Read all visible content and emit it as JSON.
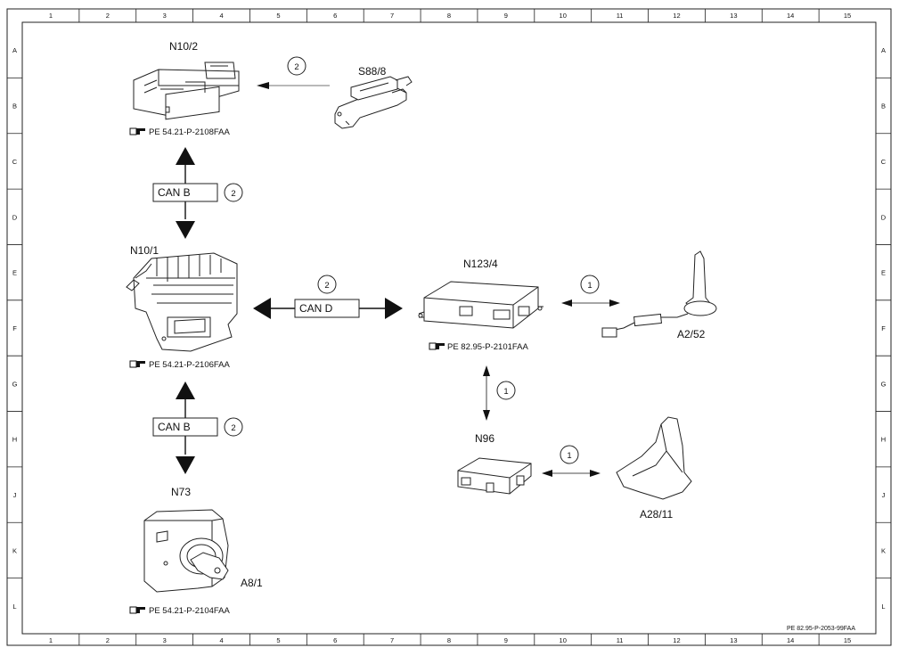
{
  "grid": {
    "columns": [
      "1",
      "2",
      "3",
      "4",
      "5",
      "6",
      "7",
      "8",
      "9",
      "10",
      "11",
      "12",
      "13",
      "14",
      "15"
    ],
    "rows": [
      "A",
      "B",
      "C",
      "D",
      "E",
      "F",
      "G",
      "H",
      "J",
      "K",
      "L"
    ]
  },
  "components": {
    "n10_2": {
      "label": "N10/2",
      "ref": "PE 54.21-P-2108FAA"
    },
    "s88_8": {
      "label": "S88/8"
    },
    "n10_1": {
      "label": "N10/1",
      "ref": "PE 54.21-P-2106FAA"
    },
    "n123_4": {
      "label": "N123/4",
      "ref": "PE 82.95-P-2101FAA"
    },
    "a2_52": {
      "label": "A2/52"
    },
    "n96": {
      "label": "N96"
    },
    "a28_11": {
      "label": "A28/11"
    },
    "n73": {
      "label": "N73",
      "ref": "PE 54.21-P-2104FAA"
    },
    "a8_1": {
      "label": "A8/1"
    }
  },
  "connections": {
    "can_b_upper": {
      "label": "CAN B",
      "number": "2"
    },
    "can_b_lower": {
      "label": "CAN B",
      "number": "2"
    },
    "can_d": {
      "label": "CAN D",
      "number": "2"
    },
    "s88_to_n10_2": {
      "number": "2"
    },
    "n123_to_a2_52": {
      "number": "1"
    },
    "n123_to_n96": {
      "number": "1"
    },
    "n96_to_a28_11": {
      "number": "1"
    }
  },
  "footer": {
    "doc_ref": "PE 82.95-P-2053-99FAA"
  },
  "icons": {
    "reference": "pointing-hand-icon"
  }
}
